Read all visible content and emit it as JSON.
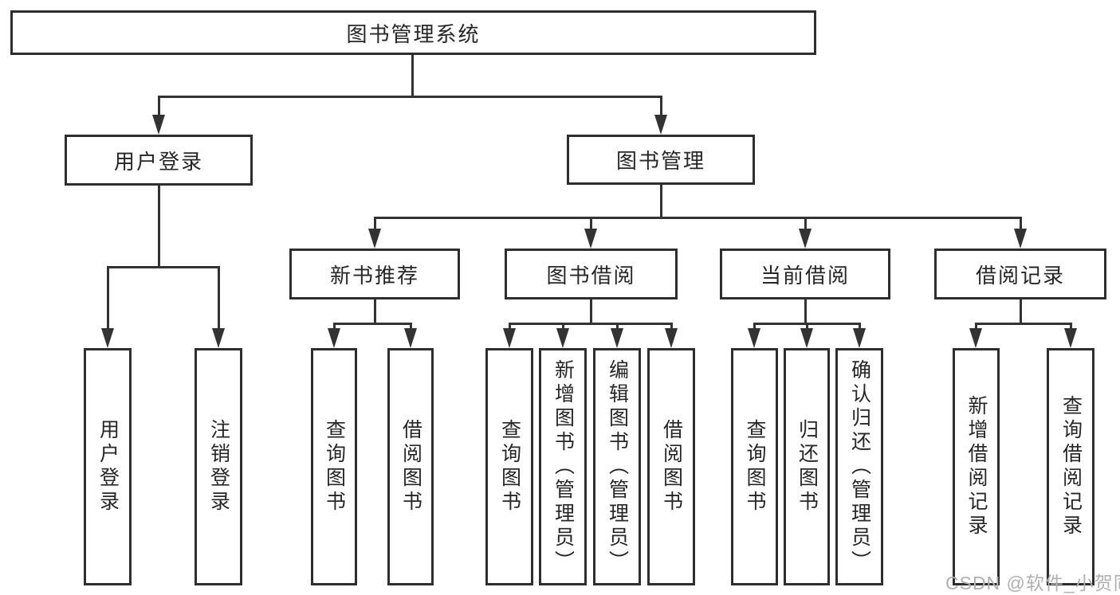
{
  "diagram": {
    "title": "图书管理系统",
    "nodes": {
      "root": {
        "label": "图书管理系统"
      },
      "user_login": {
        "label": "用户登录"
      },
      "book_management": {
        "label": "图书管理"
      },
      "new_book_recommend": {
        "label": "新书推荐"
      },
      "book_borrow": {
        "label": "图书借阅"
      },
      "current_borrow": {
        "label": "当前借阅"
      },
      "borrow_records": {
        "label": "借阅记录"
      },
      "leaf_user_login": {
        "label": "用户登录"
      },
      "leaf_logout": {
        "label": "注销登录"
      },
      "leaf_nb_query": {
        "label": "查询图书"
      },
      "leaf_nb_borrow": {
        "label": "借阅图书"
      },
      "leaf_bb_query": {
        "label": "查询图书"
      },
      "leaf_bb_add": {
        "label": "新增图书（管理员）"
      },
      "leaf_bb_edit": {
        "label": "编辑图书（管理员）"
      },
      "leaf_bb_borrow": {
        "label": "借阅图书"
      },
      "leaf_cb_query": {
        "label": "查询图书"
      },
      "leaf_cb_return": {
        "label": "归还图书"
      },
      "leaf_cb_confirm": {
        "label": "确认归还（管理员）"
      },
      "leaf_br_add": {
        "label": "新增借阅记录"
      },
      "leaf_br_query": {
        "label": "查询借阅记录"
      }
    },
    "edges": [
      "root->user_login",
      "root->book_management",
      "user_login->leaf_user_login",
      "user_login->leaf_logout",
      "book_management->new_book_recommend",
      "book_management->book_borrow",
      "book_management->current_borrow",
      "book_management->borrow_records",
      "new_book_recommend->leaf_nb_query",
      "new_book_recommend->leaf_nb_borrow",
      "book_borrow->leaf_bb_query",
      "book_borrow->leaf_bb_add",
      "book_borrow->leaf_bb_edit",
      "book_borrow->leaf_bb_borrow",
      "current_borrow->leaf_cb_query",
      "current_borrow->leaf_cb_return",
      "current_borrow->leaf_cb_confirm",
      "borrow_records->leaf_br_add",
      "borrow_records->leaf_br_query"
    ]
  },
  "watermark": {
    "text": "CSDN @软件_小贺同学"
  },
  "colors": {
    "background": "#ffffff",
    "line": "#333333",
    "box_border": "#2e2e2e",
    "text": "#262626",
    "watermark": "#b0b0b0"
  }
}
